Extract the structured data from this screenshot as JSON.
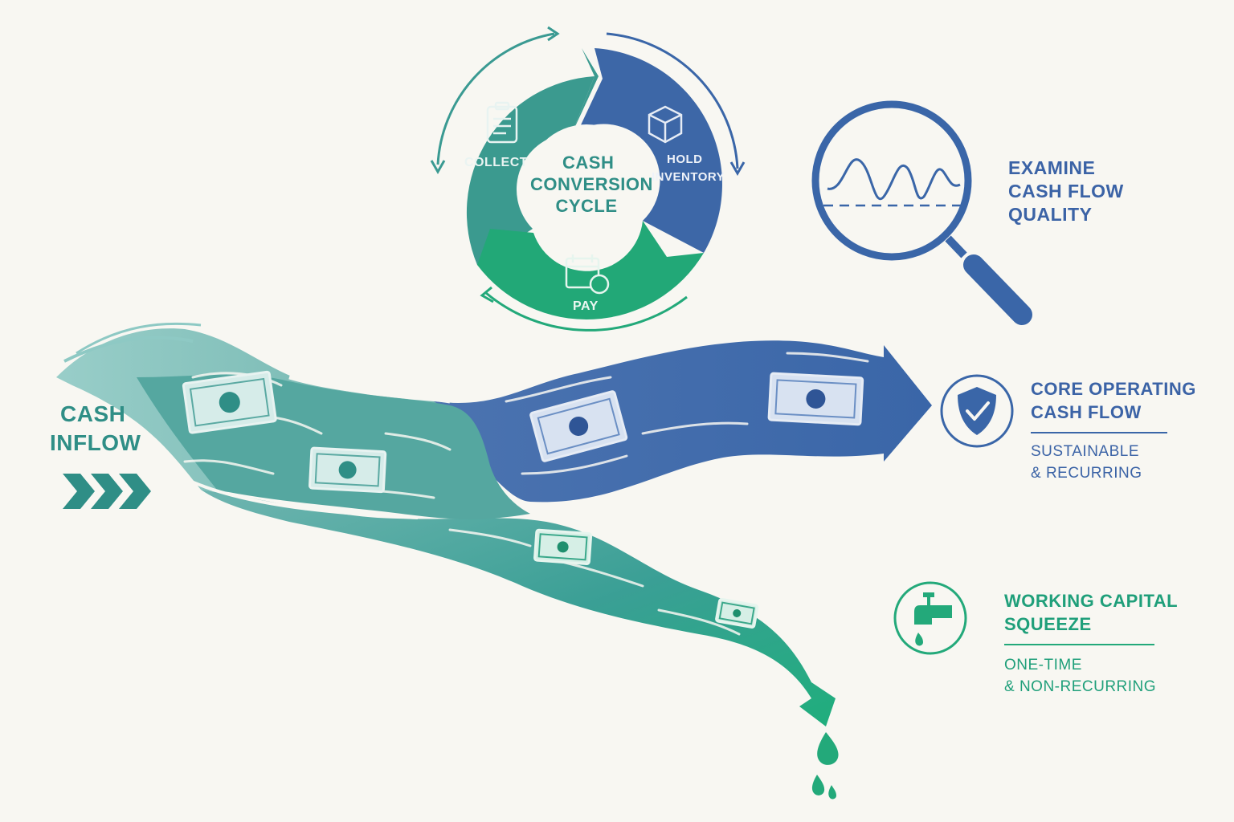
{
  "colors": {
    "teal": "#3a9a92",
    "blue": "#3a66a8",
    "green": "#23a97a",
    "background": "#f8f7f2"
  },
  "cycle": {
    "center_line1": "CASH",
    "center_line2": "CONVERSION",
    "center_line3": "CYCLE",
    "collect_label": "COLLECT",
    "hold_line1": "HOLD",
    "hold_line2": "INVENTORY",
    "pay_label": "PAY",
    "icons": [
      "clipboard-icon",
      "box-icon",
      "calendar-dollar-icon"
    ]
  },
  "examine": {
    "line1": "EXAMINE",
    "line2": "CASH FLOW",
    "line3": "QUALITY",
    "icon": "magnifier-wave-icon"
  },
  "inflow": {
    "line1": "CASH",
    "line2": "INFLOW",
    "icon": "chevrons-right-icon"
  },
  "core": {
    "title_line1": "CORE OPERATING",
    "title_line2": "CASH FLOW",
    "sub_line1": "SUSTAINABLE",
    "sub_line2": "& RECURRING",
    "icon": "shield-check-icon"
  },
  "working": {
    "title_line1": "WORKING CAPITAL",
    "title_line2": "SQUEEZE",
    "sub_line1": "ONE-TIME",
    "sub_line2": "& NON-RECURRING",
    "icon": "faucet-icon"
  }
}
